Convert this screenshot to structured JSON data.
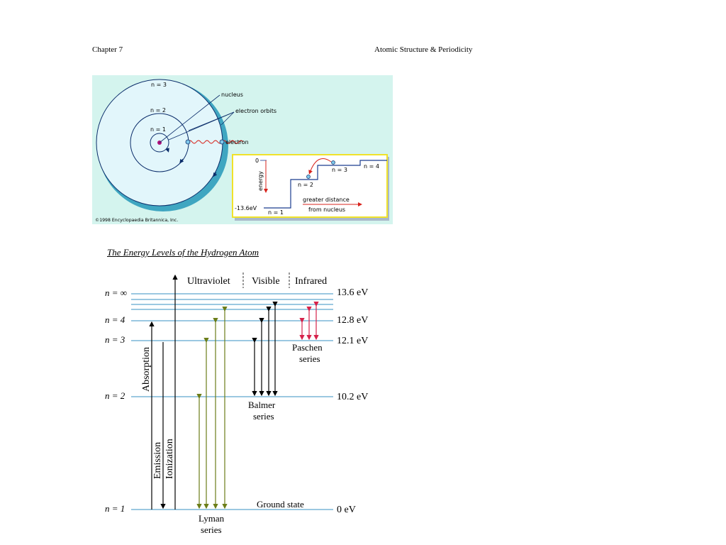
{
  "header": {
    "chapter": "Chapter 7",
    "section": "Atomic Structure & Periodicity"
  },
  "bohr_figure": {
    "orbit_labels": [
      "n = 3",
      "n = 2",
      "n = 1"
    ],
    "callouts": {
      "nucleus": "nucleus",
      "orbits": "electron orbits",
      "electron": "electron"
    },
    "copyright": "©1998 Encyclopaedia Britannica, Inc.",
    "inset": {
      "zero": "0",
      "axis": "energy",
      "bottom_value": "-13.6eV",
      "levels": [
        "n = 1",
        "n = 2",
        "n = 3",
        "n = 4"
      ],
      "distance_line1": "greater distance",
      "distance_line2": "from nucleus"
    },
    "colors": {
      "panel_bg": "#d4f4ee",
      "atom_fill": "#e2f6fb",
      "atom_shadow": "#3fa6c1",
      "inset_border": "#f0e22a",
      "inset_bg": "#ffffff",
      "accent_red": "#d8231c",
      "step_line": "#1a3c8f"
    }
  },
  "caption": "The Energy Levels of the Hydrogen Atom",
  "energy_diagram": {
    "regions": [
      "Ultraviolet",
      "Visible",
      "Infrared"
    ],
    "level_labels": [
      "n = ∞",
      "n = 4",
      "n = 3",
      "n = 2",
      "n = 1"
    ],
    "energy_values": [
      "13.6 eV",
      "12.8 eV",
      "12.1 eV",
      "10.2 eV",
      "0 eV"
    ],
    "processes": [
      "Absorption",
      "Emission",
      "Ionization"
    ],
    "series": {
      "lyman_1": "Lyman",
      "lyman_2": "series",
      "balmer_1": "Balmer",
      "balmer_2": "series",
      "paschen_1": "Paschen",
      "paschen_2": "series"
    },
    "ground_state": "Ground state",
    "colors": {
      "level_line": "#5fa7cf",
      "lyman": "#6b7d18",
      "balmer": "#000000",
      "paschen": "#d6224a"
    }
  }
}
